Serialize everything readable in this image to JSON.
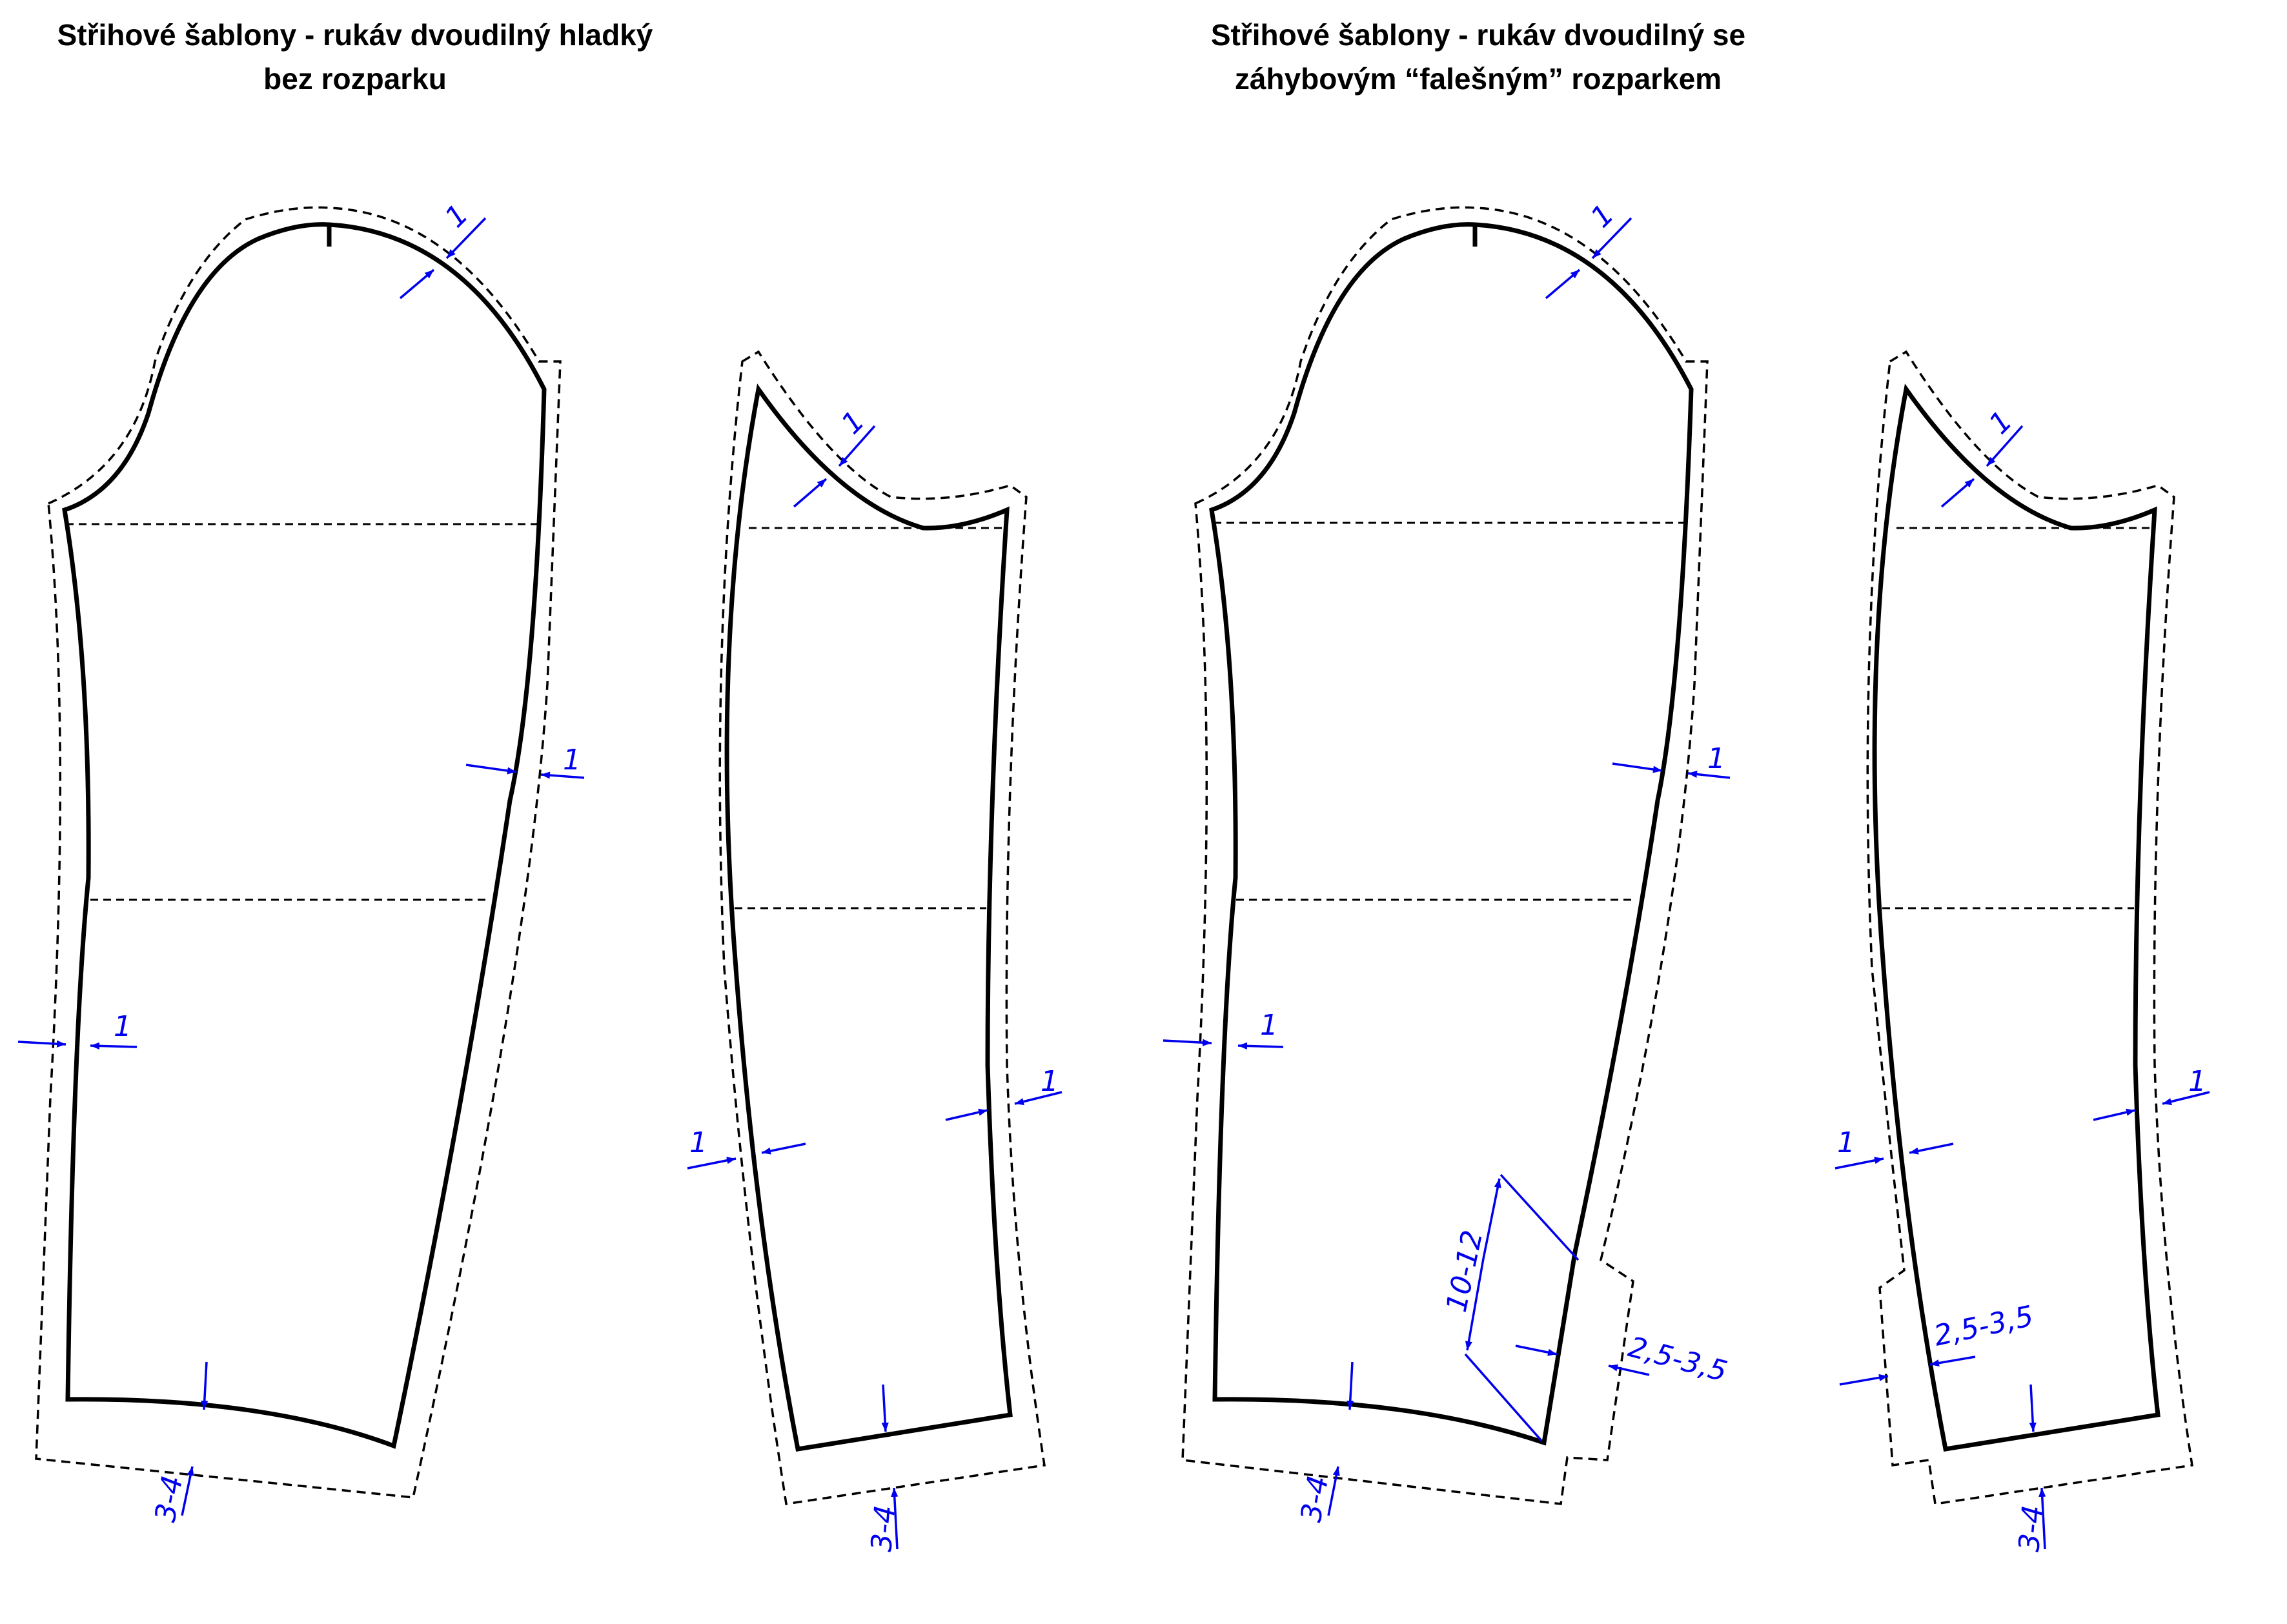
{
  "titles": {
    "left_line1": "Střihové šablony - rukáv dvoudilný hladký",
    "left_line2": "bez rozparku",
    "right_line1": "Střihové šablony - rukáv dvoudilný se",
    "right_line2": "záhybovým “falešným” rozparkem"
  },
  "dimension_labels": {
    "seam_allowance": "1",
    "hem_allowance": "3-4",
    "vent_length": "10-12",
    "vent_width": "2,5-3,5"
  },
  "colors": {
    "outline": "#000000",
    "dimension": "#0000ee"
  },
  "icons": {
    "dimension_arrow": "arrowhead"
  }
}
